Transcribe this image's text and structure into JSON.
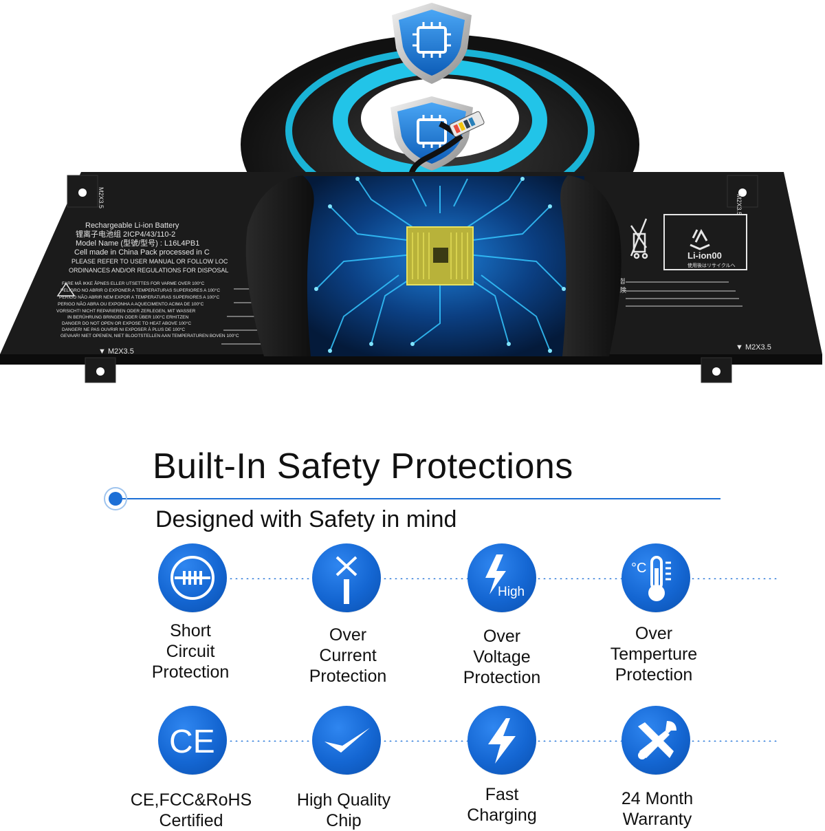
{
  "battery": {
    "label_lines": [
      "Rechargeable Li-ion Battery",
      "锂离子电池组    2ICP4/43/110-2",
      "Model Name (型號/型号) : L16L4PB1",
      "Cell made in China   Pack processed in C",
      "PLEASE REFER TO USER MANUAL OR FOLLOW LOC",
      "ORDINANCES AND/OR REGULATIONS FOR DISPOSAL"
    ],
    "warning_lines": [
      "FARE  MÅ IKKE ÅPNES ELLER UTSETTES FOR VARME OVER 100°C",
      "PELIGRO  NO ABRIR O EXPONER A TEMPERATURAS SUPERIORES A 100°C",
      "PERIGO  NÃO ABRIR NEM EXPOR A TEMPERATURAS SUPERIORES A 100°C",
      "PERIGO  NÃO ABRA OU EXPONHA A AQUECIMENTO ACIMA DE 100°C",
      "VORSICHT!  NICHT REPARIEREN ODER ZERLEGEN, MIT WASSER",
      "IN BERÜHRUNG BRINGEN ODER ÜBER 100°C ERHITZEN",
      "DANGER DO NOT OPEN OR EXPOSE TO HEAT ABOVE 100°C",
      "DANGER!  NE PAS OUVRIR NI EXPOSER À PLUS DE 100°C",
      "GEVAAR!  NIET OPENEN, NIET BLOOTSTELLEN AAN TEMPERATUREN BOVEN 100°C"
    ],
    "screw_left_top": "M2X3.5",
    "screw_left_bottom": "▼ M2X3.5",
    "screw_right_top": "M2X3.5",
    "screw_right_bottom": "▼ M2X3.5",
    "recycle_label": "Li-ion00",
    "recycle_sub": "使用後はリサイクルへ",
    "korean_title": "위험",
    "japanese_title": "危険"
  },
  "heading": {
    "title": "Built-In Safety Protections",
    "subtitle": "Designed with Safety in mind"
  },
  "features_row1": [
    {
      "icon": "short-circuit-icon",
      "lines": [
        "Short",
        "Circuit",
        "Protection"
      ]
    },
    {
      "icon": "over-current-icon",
      "lines": [
        "Over",
        "Current",
        "Protection"
      ]
    },
    {
      "icon": "high-voltage-icon",
      "icon_text": "High",
      "lines": [
        "Over",
        "Voltage",
        "Protection"
      ]
    },
    {
      "icon": "thermometer-icon",
      "icon_text": "°C",
      "lines": [
        "Over",
        "Temperture",
        "Protection"
      ]
    }
  ],
  "features_row2": [
    {
      "icon": "ce-mark-icon",
      "icon_text": "CE",
      "lines": [
        "CE,FCC&RoHS",
        "Certified"
      ]
    },
    {
      "icon": "checkmark-icon",
      "lines": [
        "High Quality",
        "Chip"
      ]
    },
    {
      "icon": "lightning-icon",
      "lines": [
        "Fast",
        "Charging"
      ]
    },
    {
      "icon": "tools-icon",
      "lines": [
        "24 Month",
        "Warranty"
      ]
    }
  ],
  "colors": {
    "accent_blue": "#1466d2",
    "rule_blue": "#1c6fd6",
    "battery_black": "#1b1b1b",
    "circuit_blue": "#1aa8e6"
  }
}
